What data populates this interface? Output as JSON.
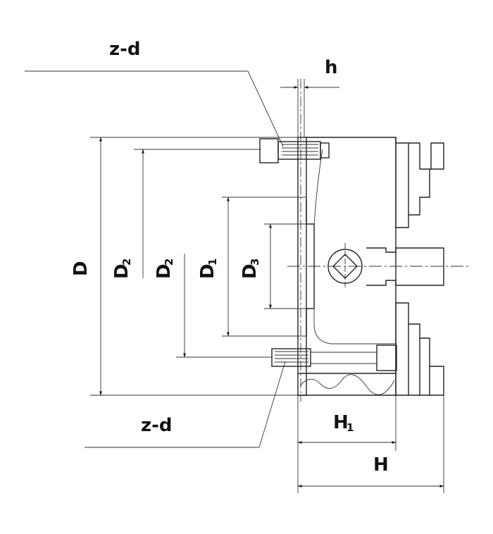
{
  "labels": {
    "z_d_top": "z-d",
    "z_d_bottom": "z-d",
    "h": "h",
    "D": "D",
    "D2_outer_main": "D",
    "D2_outer_sub": "2",
    "D2_inner_main": "D",
    "D2_inner_sub": "2",
    "D1_main": "D",
    "D1_sub": "1",
    "D3_main": "D",
    "D3_sub": "3",
    "H1_main": "H",
    "H1_sub": "1",
    "H": "H"
  },
  "colors": {
    "line": "#222222",
    "background": "#ffffff"
  }
}
